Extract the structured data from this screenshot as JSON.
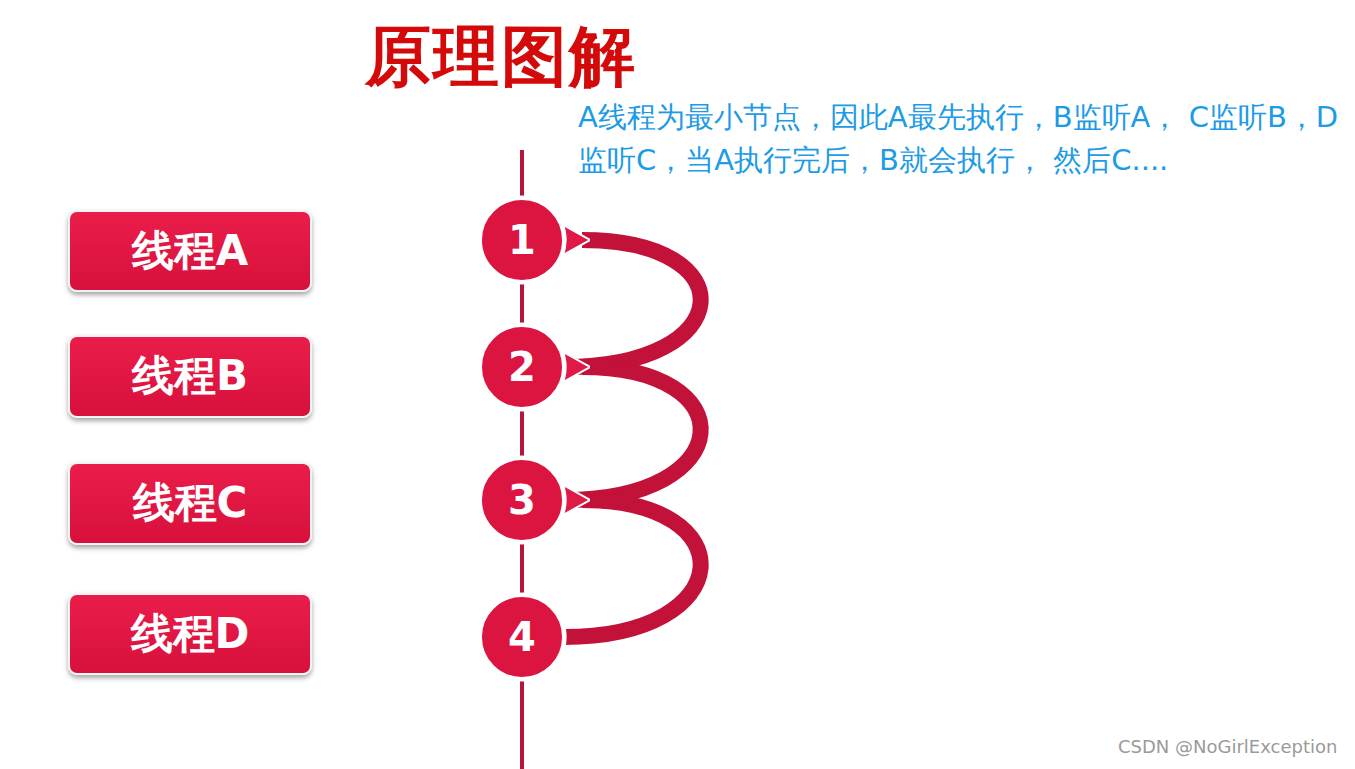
{
  "diagram": {
    "title": "原理图解",
    "nodes": [
      {
        "text": [
          "线程A"
        ]
      },
      {
        "text": [
          "1"
        ]
      },
      {
        "text": [
          "线程B"
        ]
      },
      {
        "text": [
          "2"
        ]
      },
      {
        "text": [
          "线程C"
        ]
      },
      {
        "text": [
          "3"
        ]
      },
      {
        "text": [
          "线程D"
        ]
      },
      {
        "text": [
          "4"
        ]
      }
    ],
    "edges": [
      {
        "from": 3,
        "to": 1,
        "arrow": "to"
      },
      {
        "from": 5,
        "to": 3,
        "arrow": "to"
      },
      {
        "from": 7,
        "to": 5,
        "arrow": "to"
      }
    ],
    "labels": [
      "A线程为最小节点，因此A最先执行，B监听A， C监听B，D监听C，当A执行完后，B就会执行， 然后C....",
      "CSDN @NoGirlException"
    ]
  }
}
